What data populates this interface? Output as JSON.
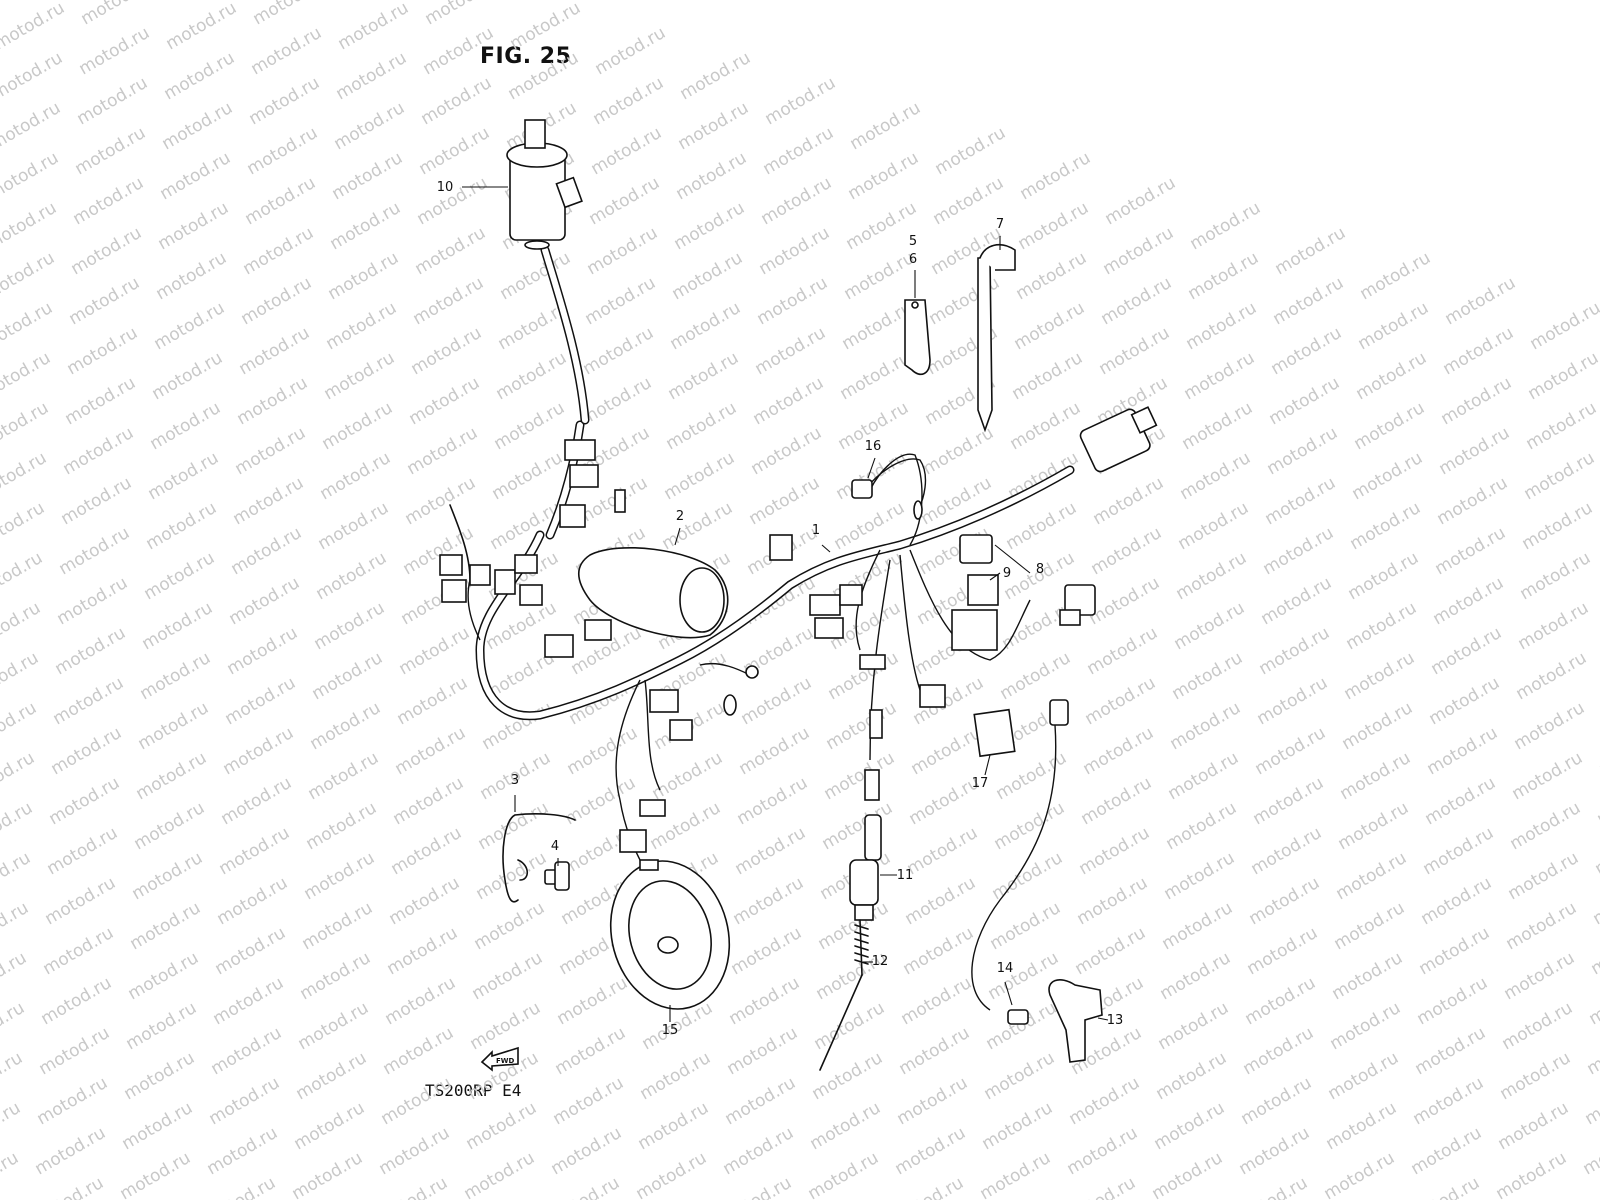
{
  "figure": {
    "title": "FIG. 25",
    "model_code": "TS200RP  E4",
    "watermark": "motod.ru",
    "fwd_label": "FWD"
  },
  "callouts": [
    "1",
    "2",
    "3",
    "4",
    "5",
    "6",
    "7",
    "8",
    "9",
    "10",
    "11",
    "12",
    "13",
    "14",
    "15",
    "16",
    "17"
  ],
  "colors": {
    "line": "#111111",
    "watermark": "#c8c8c8",
    "background": "#ffffff"
  }
}
